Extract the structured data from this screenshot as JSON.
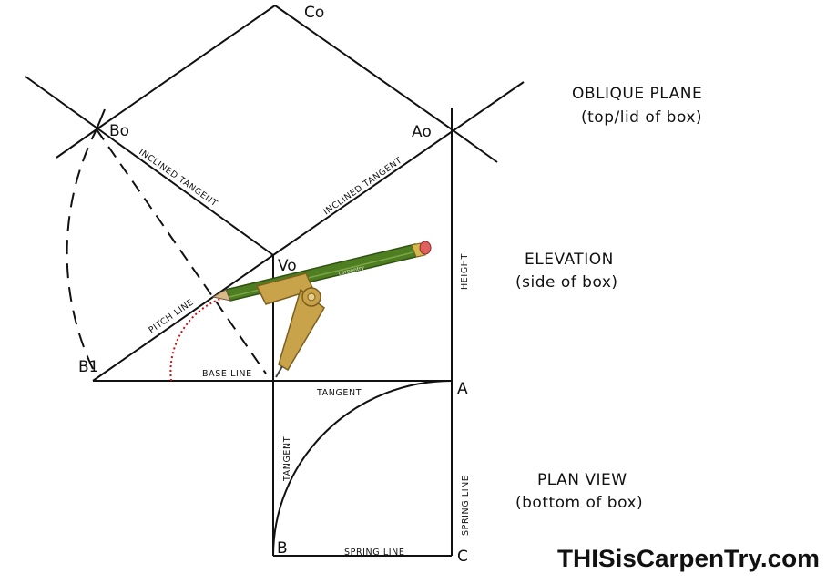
{
  "labels": {
    "points": {
      "co": "Co",
      "bo": "Bo",
      "ao": "Ao",
      "vo": "Vo",
      "b1": "B1",
      "a": "A",
      "b": "B",
      "c": "C"
    },
    "lines": {
      "inclined_tangent_left": "INCLINED TANGENT",
      "inclined_tangent_right": "INCLINED TANGENT",
      "pitch_line": "PITCH LINE",
      "base_line": "BASE LINE",
      "tangent_top": "TANGENT",
      "tangent_left": "TANGENT",
      "height": "HEIGHT",
      "spring_line_vertical": "SPRING LINE",
      "spring_line_bottom": "SPRING LINE"
    },
    "views": {
      "oblique_title": "OBLIQUE PLANE",
      "oblique_sub": "(top/lid of box)",
      "elevation_title": "ELEVATION",
      "elevation_sub": "(side of box)",
      "plan_title": "PLAN VIEW",
      "plan_sub": "(bottom of box)"
    },
    "pencil_text": "carpentry"
  },
  "brand": "THISisCarpenTry.com",
  "colors": {
    "line": "#111111",
    "arc_dotted": "#cc1111",
    "compass_gold": "#c9a349",
    "compass_dark": "#7a5f1f",
    "pencil_green": "#4e7d22",
    "pencil_dark": "#2f5212",
    "eraser": "#e06060",
    "ferrule": "#d6b84a"
  }
}
